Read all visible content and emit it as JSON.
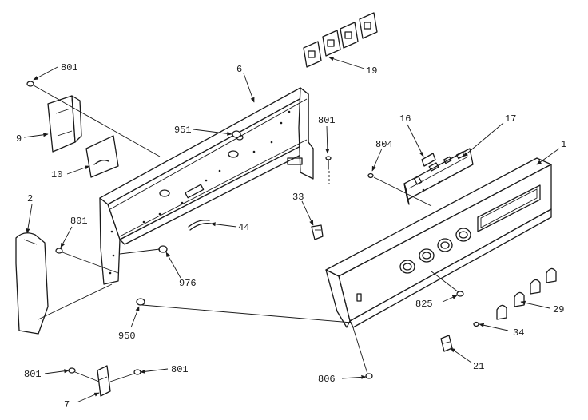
{
  "diagram": {
    "callouts": {
      "c801a": "801",
      "c6": "6",
      "c19": "19",
      "c9": "9",
      "c951": "951",
      "c801b": "801",
      "c16": "16",
      "c17": "17",
      "c804": "804",
      "c1": "1",
      "c10": "10",
      "c2": "2",
      "c33": "33",
      "c44": "44",
      "c801c": "801",
      "c976": "976",
      "c825": "825",
      "c29": "29",
      "c950": "950",
      "c34": "34",
      "c21": "21",
      "c801d": "801",
      "c801e": "801",
      "c806": "806",
      "c7": "7"
    }
  }
}
